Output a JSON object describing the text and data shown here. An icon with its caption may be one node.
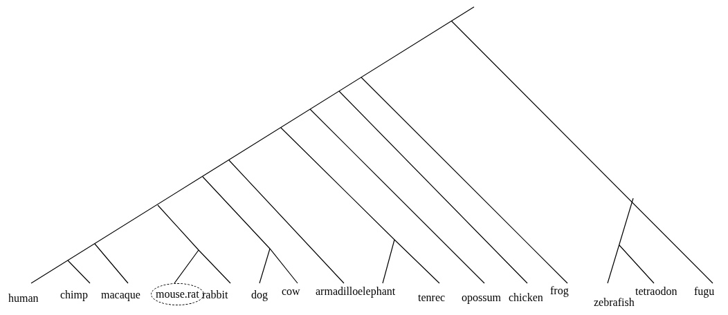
{
  "diagram": {
    "nodes": [
      {
        "text": [
          "human"
        ]
      },
      {
        "text": [
          "chimp"
        ]
      },
      {
        "text": [
          "macaque"
        ]
      },
      {
        "text": [
          "mouse.rat"
        ]
      },
      {
        "text": [
          "rabbit"
        ]
      },
      {
        "text": [
          "dog"
        ]
      },
      {
        "text": [
          "cow"
        ]
      },
      {
        "text": [
          "armadillo"
        ]
      },
      {
        "text": [
          "elephant"
        ]
      },
      {
        "text": [
          "tenrec"
        ]
      },
      {
        "text": [
          "opossum"
        ]
      },
      {
        "text": [
          "chicken"
        ]
      },
      {
        "text": [
          "frog"
        ]
      },
      {
        "text": [
          "zebrafish"
        ]
      },
      {
        "text": [
          "tetraodon"
        ]
      },
      {
        "text": [
          "fugu"
        ]
      }
    ]
  }
}
